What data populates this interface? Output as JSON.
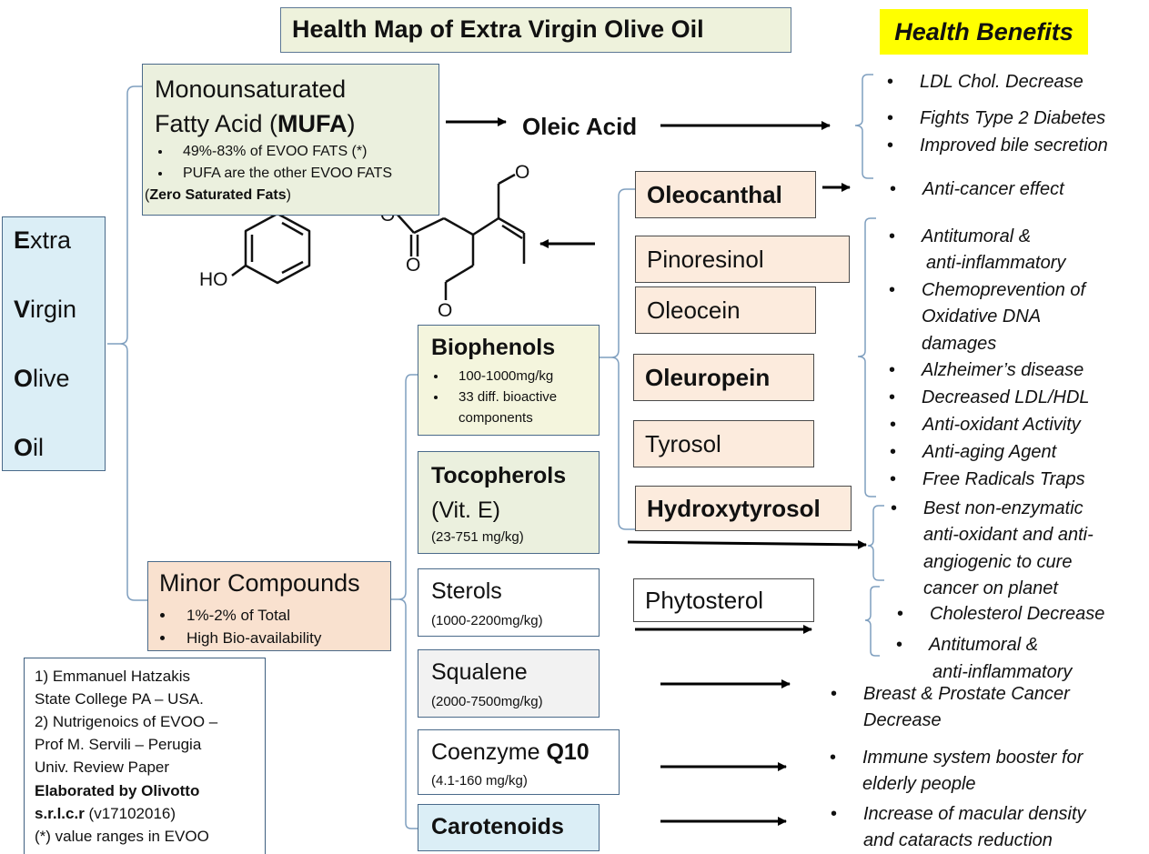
{
  "title": "Health Map  of Extra Virgin Olive Oil",
  "health_benefits_title": "Health Benefits",
  "evoo": [
    {
      "initial": "E",
      "rest": "xtra"
    },
    {
      "initial": "V",
      "rest": "irgin"
    },
    {
      "initial": "O",
      "rest": "live"
    },
    {
      "initial": "O",
      "rest": "il"
    }
  ],
  "mufa": {
    "line1": "Monounsaturated",
    "line2_prefix": "Fatty Acid (",
    "line2_bold": "MUFA",
    "line2_suffix": ")",
    "bullet1": "49%-83% of EVOO FATS (*)",
    "bullet2": "PUFA are the other EVOO FATS",
    "bullet2b_prefix": "(",
    "bullet2b_bold": "Zero Saturated Fats",
    "bullet2b_suffix": ")"
  },
  "oleic_acid": "Oleic Acid",
  "molecule_labels": {
    "ho": "HO",
    "o": "O"
  },
  "minor": {
    "title": "Minor Compounds",
    "bullet1": "1%-2% of Total",
    "bullet2": "High Bio-availability"
  },
  "references": {
    "l1": "1) Emmanuel Hatzakis",
    "l2": "State College PA – USA.",
    "l3": "2) Nutrigenoics of EVOO –",
    "l4": "Prof M. Servili – Perugia",
    "l5": "Univ. Review Paper",
    "l6": "Elaborated by Olivotto",
    "l7_bold": "s.r.l.c.r",
    "l7_rest": " (v17102016)",
    "l8": "(*) value ranges in EVOO"
  },
  "biophenols": {
    "title": "Biophenols",
    "bullet1": "100-1000mg/kg",
    "bullet2": "33 diff.  bioactive",
    "bullet2b": "components"
  },
  "tocopherols": {
    "title": "Tocopherols",
    "sub": "(Vit. E)",
    "range": "(23-751 mg/kg)"
  },
  "sterols": {
    "title": "Sterols",
    "range": "(1000-2200mg/kg)"
  },
  "squalene": {
    "title": "Squalene",
    "range": "(2000-7500mg/kg)"
  },
  "coenzyme": {
    "title": "Coenzyme ",
    "title_bold": "Q10",
    "range": "(4.1-160 mg/kg)"
  },
  "carotenoids": {
    "title": "Carotenoids"
  },
  "phenols": {
    "oleocanthal": "Oleocanthal",
    "pinoresinol": "Pinoresinol",
    "oleocein": "Oleocein",
    "oleuropein": "Oleuropein",
    "tyrosol": "Tyrosol",
    "hydroxytyrosol": "Hydroxytyrosol",
    "phytosterol": "Phytosterol"
  },
  "benefits": {
    "oleic": [
      "LDL Chol. Decrease",
      "Fights Type 2 Diabetes",
      "Improved bile secretion"
    ],
    "oleocanthal": "Anti-cancer  effect",
    "phenols": [
      "Antitumoral &",
      "anti-inflammatory",
      "Chemoprevention of",
      "Oxidative DNA",
      "damages",
      "Alzheimer’s disease",
      "Decreased LDL/HDL",
      "Anti-oxidant Activity",
      "Anti-aging Agent",
      "Free Radicals Traps"
    ],
    "hydroxytyrosol": [
      "Best non-enzymatic",
      "anti-oxidant and anti-",
      "angiogenic  to cure",
      "cancer on planet"
    ],
    "phytosterol": [
      "Cholesterol Decrease",
      "Antitumoral &",
      "anti-inflammatory"
    ],
    "squalene": [
      "Breast  & Prostate Cancer",
      "Decrease"
    ],
    "coenzyme": [
      "Immune system booster for",
      "elderly people"
    ],
    "carotenoids": [
      "Increase of macular density",
      "and cataracts reduction"
    ]
  }
}
